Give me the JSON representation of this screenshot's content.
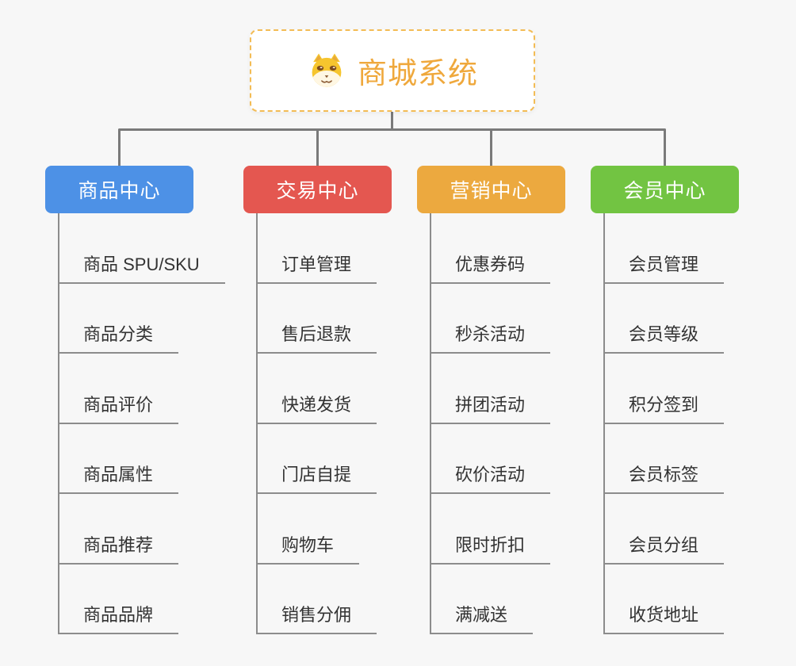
{
  "root": {
    "title": "商城系统",
    "icon": "doge-icon"
  },
  "branches": [
    {
      "label": "商品中心",
      "color": "#4D91E6",
      "children": [
        "商品 SPU/SKU",
        "商品分类",
        "商品评价",
        "商品属性",
        "商品推荐",
        "商品品牌"
      ]
    },
    {
      "label": "交易中心",
      "color": "#E45750",
      "children": [
        "订单管理",
        "售后退款",
        "快递发货",
        "门店自提",
        "购物车",
        "销售分佣"
      ]
    },
    {
      "label": "营销中心",
      "color": "#ECA93F",
      "children": [
        "优惠券码",
        "秒杀活动",
        "拼团活动",
        "砍价活动",
        "限时折扣",
        "满减送"
      ]
    },
    {
      "label": "会员中心",
      "color": "#72C442",
      "children": [
        "会员管理",
        "会员等级",
        "积分签到",
        "会员标签",
        "会员分组",
        "收货地址"
      ]
    }
  ],
  "colors": {
    "background": "#F7F7F7",
    "connector": "#7a7a7a",
    "underline": "#8c8c8c",
    "root_border": "#F3BC55",
    "root_text": "#EFA83C",
    "child_text": "#333333"
  }
}
